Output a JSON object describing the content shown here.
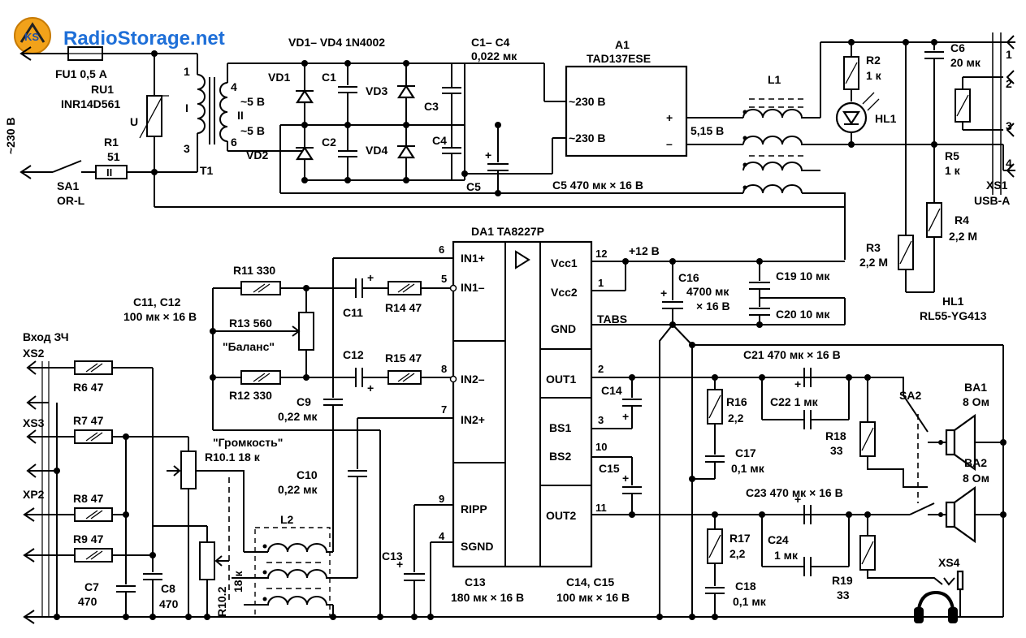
{
  "brand": {
    "site": "RadioStorage.net",
    "badge": "KS"
  },
  "mains": {
    "voltage": "~230 В"
  },
  "components": {
    "fu1": "FU1  0,5 А",
    "ru1": "RU1",
    "ru1_part": "INR14D561",
    "ru1_u": "U",
    "r1": "R1",
    "r1_val": "51",
    "sa1": "SA1",
    "sa1_part": "OR-L",
    "t1": "T1",
    "t1_pin1": "1",
    "t1_pin3": "3",
    "t1_pin4": "4",
    "t1_pin6": "6",
    "t1_w1": "I",
    "t1_w2": "II",
    "t1_v1": "~5 В",
    "t1_v2": "~5 В",
    "vd_group": "VD1– VD4    1N4002",
    "vd1": "VD1",
    "vd2": "VD2",
    "vd3": "VD3",
    "vd4": "VD4",
    "c1": "C1",
    "c2": "C2",
    "c3": "C3",
    "c4": "C4",
    "c1c4_a": "C1– C4",
    "c1c4_b": "0,022 мк",
    "c5": "C5",
    "c5_val": "C5  470 мк × 16 В",
    "a1": "A1",
    "a1_part": "TAD137ESE",
    "a1_in1": "~230 В",
    "a1_in2": "~230 В",
    "a1_plus": "+",
    "a1_minus": "–",
    "a1_out": "5,15 В",
    "l1": "L1",
    "r2": "R2",
    "r2_val": "1 к",
    "hl1": "HL1",
    "c6": "C6",
    "c6_val": "20 мк",
    "r5": "R5",
    "r5_val": "1 к",
    "xs1": "XS1",
    "xs1_type": "USB-A",
    "xs1_p1": "1",
    "xs1_p2": "2",
    "xs1_p3": "3",
    "xs1_p4": "4",
    "r4": "R4",
    "r4_val": "2,2 М",
    "r3": "R3",
    "r3_val": "2,2 М",
    "hl1_part_a": "HL1",
    "hl1_part_b": "RL55-YG413",
    "da1": "DA1    TA8227P",
    "pin_in1p": "IN1+",
    "pin_in1m": "IN1–",
    "pin_in2m": "IN2–",
    "pin_in2p": "IN2+",
    "pin_ripp": "RIPP",
    "pin_sgnd": "SGND",
    "pin_vcc1": "Vcc1",
    "pin_vcc2": "Vcc2",
    "pin_gnd": "GND",
    "pin_out1": "OUT1",
    "pin_bs1": "BS1",
    "pin_bs2": "BS2",
    "pin_out2": "OUT2",
    "n6": "6",
    "n5": "5",
    "n8": "8",
    "n7": "7",
    "n9": "9",
    "n4": "4",
    "n12": "12",
    "n1": "1",
    "n2": "2",
    "n3": "3",
    "n10": "10",
    "n11": "11",
    "tabs": "TABS",
    "v12": "+12 В",
    "c16": "C16",
    "c16_a": "4700 мк",
    "c16_b": "× 16 В",
    "c19": "C19  10 мк",
    "c20": "C20  10 мк",
    "r11": "R11  330",
    "r13": "R13  560",
    "balance": "\"Баланс\"",
    "r12": "R12  330",
    "c11c12_a": "C11, C12",
    "c11c12_b": "100 мк × 16 В",
    "c11": "C11",
    "c12": "C12",
    "r14": "R14  47",
    "r15": "R15  47",
    "c9": "C9",
    "c9_val": "0,22 мк",
    "c10": "C10",
    "c10_val": "0,22 мк",
    "input_title": "Вход ЗЧ",
    "xs2": "XS2",
    "xs3": "XS3",
    "xp2": "XP2",
    "r6": "R6  47",
    "r7": "R7  47",
    "r8": "R8  47",
    "r9": "R9  47",
    "volume": "\"Громкость\"",
    "r101": "R10.1  18 к",
    "r102": "R10.2",
    "r102_val": "18 к",
    "l2": "L2",
    "c7": "C7",
    "c7_val": "470",
    "c8": "C8",
    "c8_val": "470",
    "c13": "C13",
    "c13_val": "C13",
    "c13_rating": "180 мк × 16 В",
    "c14": "C14",
    "c15": "C15",
    "c14c15_a": "C14, C15",
    "c14c15_b": "100 мк × 16 В",
    "c21": "C21  470 мк × 16 В",
    "c22": "C22   1 мк",
    "r16": "R16",
    "r16_val": "2,2",
    "c17": "C17",
    "c17_val": "0,1 мк",
    "r18": "R18",
    "r18_val": "33",
    "sa2": "SA2",
    "ba1": "BA1",
    "ba1_val": "8 Ом",
    "ba2": "BA2",
    "ba2_val": "8 Ом",
    "c23": "C23  470 мк × 16 В",
    "c24": "C24",
    "c24_val": "1 мк",
    "r17": "R17",
    "r17_val": "2,2",
    "c18": "C18",
    "c18_val": "0,1 мк",
    "r19": "R19",
    "r19_val": "33",
    "xs4": "XS4"
  }
}
